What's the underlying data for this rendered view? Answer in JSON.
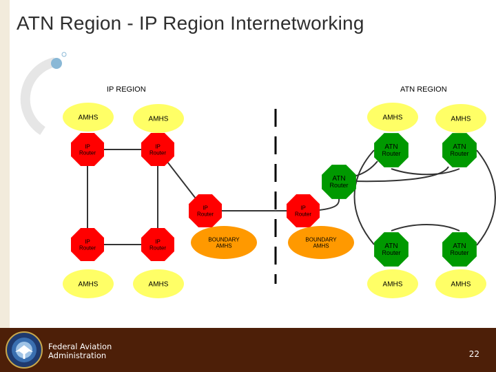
{
  "title": "ATN Region - IP Region Internetworking",
  "regions": {
    "ip": "IP REGION",
    "atn": "ATN REGION"
  },
  "nodes": [
    {
      "id": "amhs-ip-tl",
      "kind": "amhs",
      "label": "AMHS"
    },
    {
      "id": "amhs-ip-tm",
      "kind": "amhs",
      "label": "AMHS"
    },
    {
      "id": "amhs-atn-tm",
      "kind": "amhs",
      "label": "AMHS"
    },
    {
      "id": "amhs-atn-tr",
      "kind": "amhs",
      "label": "AMHS"
    },
    {
      "id": "ip-router-tl",
      "kind": "ip-router",
      "label": "IP\nRouter"
    },
    {
      "id": "ip-router-tm",
      "kind": "ip-router",
      "label": "IP\nRouter"
    },
    {
      "id": "atn-router-tm",
      "kind": "atn-router",
      "label": "ATN\nRouter"
    },
    {
      "id": "atn-router-tr",
      "kind": "atn-router",
      "label": "ATN\nRouter"
    },
    {
      "id": "atn-router-center",
      "kind": "atn-router",
      "label": "ATN\nRouter"
    },
    {
      "id": "ip-router-bnd-left",
      "kind": "ip-router",
      "label": "IP\nRouter"
    },
    {
      "id": "ip-router-bnd-right",
      "kind": "ip-router",
      "label": "IP\nRouter"
    },
    {
      "id": "ip-router-bl",
      "kind": "ip-router",
      "label": "IP\nRouter"
    },
    {
      "id": "ip-router-bm",
      "kind": "ip-router",
      "label": "IP\nRouter"
    },
    {
      "id": "boundary-amhs-left",
      "kind": "boundary",
      "label": "BOUNDARY\nAMHS"
    },
    {
      "id": "boundary-amhs-right",
      "kind": "boundary",
      "label": "BOUNDARY\nAMHS"
    },
    {
      "id": "atn-router-bm",
      "kind": "atn-router",
      "label": "ATN\nRouter"
    },
    {
      "id": "atn-router-br",
      "kind": "atn-router",
      "label": "ATN\nRouter"
    },
    {
      "id": "amhs-ip-bl",
      "kind": "amhs",
      "label": "AMHS"
    },
    {
      "id": "amhs-ip-bm",
      "kind": "amhs",
      "label": "AMHS"
    },
    {
      "id": "amhs-atn-bm",
      "kind": "amhs",
      "label": "AMHS"
    },
    {
      "id": "amhs-atn-br",
      "kind": "amhs",
      "label": "AMHS"
    }
  ],
  "links": [
    [
      "ip-router-tl",
      "ip-router-tm"
    ],
    [
      "ip-router-tl",
      "ip-router-bl"
    ],
    [
      "ip-router-tm",
      "ip-router-bm"
    ],
    [
      "ip-router-bl",
      "ip-router-bm"
    ],
    [
      "ip-router-tm",
      "ip-router-bnd-left"
    ],
    [
      "ip-router-bnd-left",
      "ip-router-bnd-right"
    ],
    [
      "ip-router-bnd-right",
      "atn-router-center"
    ],
    [
      "atn-router-center",
      "atn-router-tm"
    ],
    [
      "atn-router-center",
      "atn-router-tr"
    ],
    [
      "atn-router-tm",
      "atn-router-tr"
    ],
    [
      "atn-router-tm",
      "atn-router-bm"
    ],
    [
      "atn-router-tr",
      "atn-router-br"
    ],
    [
      "atn-router-bm",
      "atn-router-br"
    ]
  ],
  "footer": {
    "agency": "Federal Aviation\nAdministration",
    "page": "22"
  },
  "colors": {
    "amhs": "#ffff66",
    "ip_router": "#ff0000",
    "atn_router": "#009900",
    "boundary": "#ff9900",
    "footer": "#4d1f08"
  }
}
